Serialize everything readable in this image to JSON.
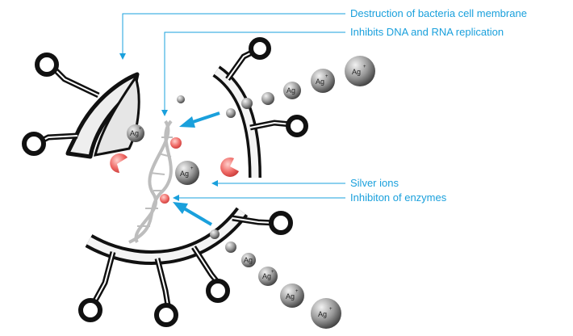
{
  "labels": {
    "membrane_destruction": "Destruction of bacteria cell membrane",
    "dna_rna_inhibition": "Inhibits DNA and RNA replication",
    "silver_ions": "Silver ions",
    "enzyme_inhibition": "Inhibiton of enzymes"
  },
  "ion": {
    "symbol": "Ag",
    "charge": "+"
  },
  "colors": {
    "annotation": "#1aa0dc",
    "arrow": "#1aa0dc",
    "enzyme": "#e8504f",
    "membrane_outline": "#111111",
    "membrane_fill": "#eeeeee",
    "ion_dark": "#4a4a4a",
    "ion_light": "#dcdcdc"
  }
}
